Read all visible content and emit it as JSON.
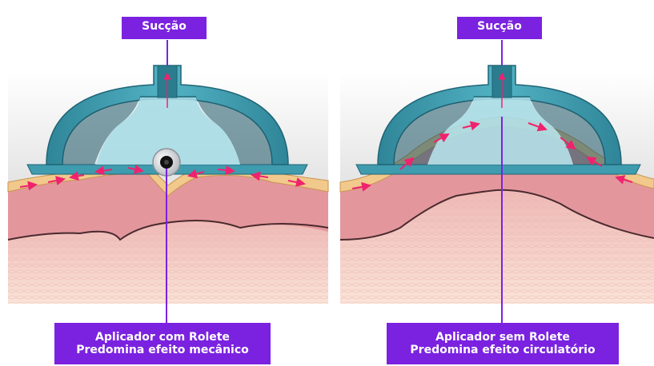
{
  "panels": [
    {
      "id": "with-roller",
      "suction_label": "Sucção",
      "applicator_line1": "Aplicador com Rolete",
      "applicator_line2": "Predomina efeito mecânico"
    },
    {
      "id": "without-roller",
      "suction_label": "Sucção",
      "applicator_line1": "Aplicador sem Rolete",
      "applicator_line2": "Predomina efeito circulatório"
    }
  ],
  "colors": {
    "label_bg": "#7b22e0",
    "label_text": "#ffffff",
    "pointer_line": "#7b22e0",
    "cup_teal": "#3f9cae",
    "cup_dark": "#1f6476",
    "cup_inner": "#a9dbe6",
    "arrow_pink": "#f0226e",
    "fat_layer": "#f2c98c",
    "dermis": "#e6a0a4",
    "tissue": "#f3cfc0",
    "roller_center": "#111111",
    "roller_ring": "#e8eaec"
  },
  "icons": [
    "suction-arrow-icon",
    "circulation-arrow-icon",
    "roller-icon"
  ]
}
